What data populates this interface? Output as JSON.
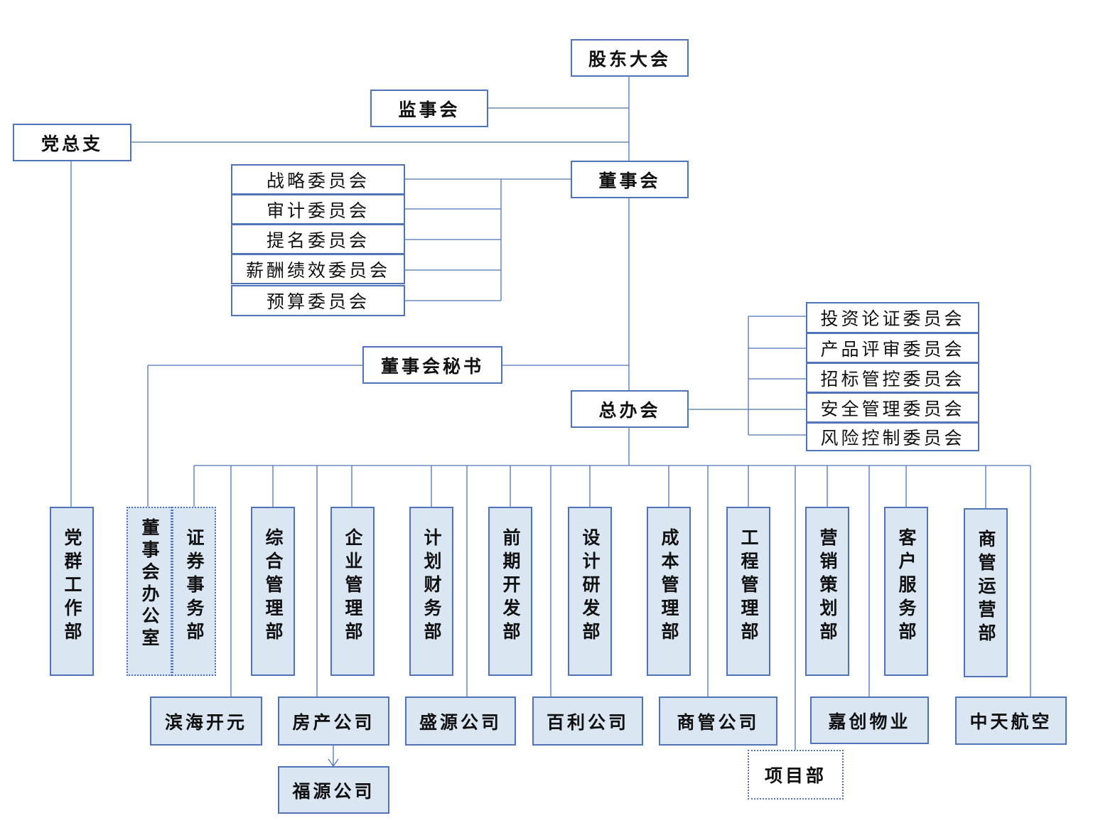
{
  "top": {
    "shareholders": "股东大会",
    "supervisory": "监事会",
    "party_branch": "党总支",
    "board": "董事会",
    "board_secretary": "董事会秘书",
    "general_office_meeting": "总办会"
  },
  "board_committees": [
    "战略委员会",
    "审计委员会",
    "提名委员会",
    "薪酬绩效委员会",
    "预算委员会"
  ],
  "office_committees": [
    "投资论证委员会",
    "产品评审委员会",
    "招标管控委员会",
    "安全管理委员会",
    "风险控制委员会"
  ],
  "departments": {
    "party_work": "党群工作部",
    "board_office": "董事会办公室",
    "securities": "证券事务部",
    "general_mgmt": "综合管理部",
    "enterprise_mgmt": "企业管理部",
    "plan_finance": "计划财务部",
    "pre_dev": "前期开发部",
    "design_rd": "设计研发部",
    "cost_mgmt": "成本管理部",
    "engineering": "工程管理部",
    "marketing": "营销策划部",
    "customer_service": "客户服务部",
    "commercial_ops": "商管运营部"
  },
  "companies": {
    "binhai": "滨海开元",
    "property": "房产公司",
    "shengyuan": "盛源公司",
    "baili": "百利公司",
    "commercial": "商管公司",
    "jiachuang": "嘉创物业",
    "zhongtian": "中天航空",
    "fuyuan": "福源公司",
    "project": "项目部"
  },
  "colors": {
    "border": "#4f74b8",
    "line": "#4f74b8",
    "dept_fill": "#dbe6f3"
  }
}
